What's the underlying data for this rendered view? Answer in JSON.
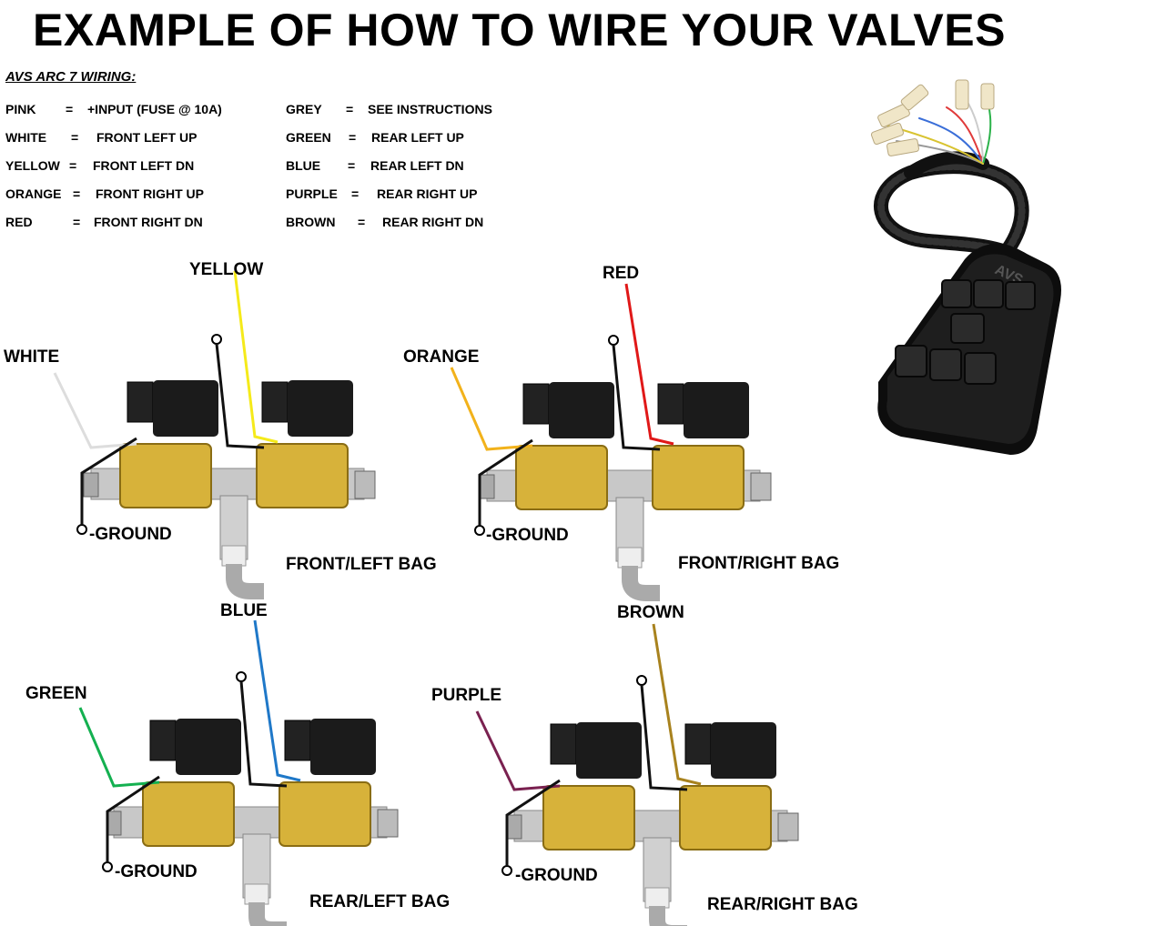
{
  "title": "EXAMPLE OF HOW TO WIRE YOUR VALVES",
  "legend": {
    "title": "AVS ARC 7 WIRING:",
    "left": [
      {
        "color_name": "PINK",
        "eq": "=",
        "function": "+INPUT  (FUSE @ 10A)"
      },
      {
        "color_name": "WHITE",
        "eq": "=",
        "function": "FRONT LEFT UP"
      },
      {
        "color_name": "YELLOW",
        "eq": "=",
        "function": "FRONT LEFT DN"
      },
      {
        "color_name": "ORANGE",
        "eq": "=",
        "function": "FRONT RIGHT UP"
      },
      {
        "color_name": "RED",
        "eq": "=",
        "function": "FRONT RIGHT DN"
      }
    ],
    "right": [
      {
        "color_name": "GREY",
        "eq": "=",
        "function": "SEE INSTRUCTIONS"
      },
      {
        "color_name": "GREEN",
        "eq": "=",
        "function": "REAR LEFT UP"
      },
      {
        "color_name": "BLUE",
        "eq": "=",
        "function": "REAR LEFT DN"
      },
      {
        "color_name": "PURPLE",
        "eq": "=",
        "function": "REAR RIGHT UP"
      },
      {
        "color_name": "BROWN",
        "eq": "=",
        "function": "REAR RIGHT DN"
      }
    ]
  },
  "valve_groups": [
    {
      "bag_label": "FRONT/LEFT BAG",
      "up_wire_label": "WHITE",
      "dn_wire_label": "YELLOW",
      "ground_label": "-GROUND",
      "up_color": "#dddddd",
      "dn_color": "#f5ea1a"
    },
    {
      "bag_label": "FRONT/RIGHT BAG",
      "up_wire_label": "ORANGE",
      "dn_wire_label": "RED",
      "ground_label": "-GROUND",
      "up_color": "#f2b21b",
      "dn_color": "#e01818"
    },
    {
      "bag_label": "REAR/LEFT BAG",
      "up_wire_label": "GREEN",
      "dn_wire_label": "BLUE",
      "ground_label": "-GROUND",
      "up_color": "#14b050",
      "dn_color": "#1f78c8"
    },
    {
      "bag_label": "REAR/RIGHT BAG",
      "up_wire_label": "PURPLE",
      "dn_wire_label": "BROWN",
      "ground_label": "-GROUND",
      "up_color": "#7a2150",
      "dn_color": "#a8821e"
    }
  ],
  "controller": {
    "logo_text": "AVS",
    "button_count": 7
  },
  "colors": {
    "brass": "#d7b23a",
    "coil": "#1b1b1b",
    "fitting": "#c8c8c8",
    "wire_black": "#111111"
  }
}
